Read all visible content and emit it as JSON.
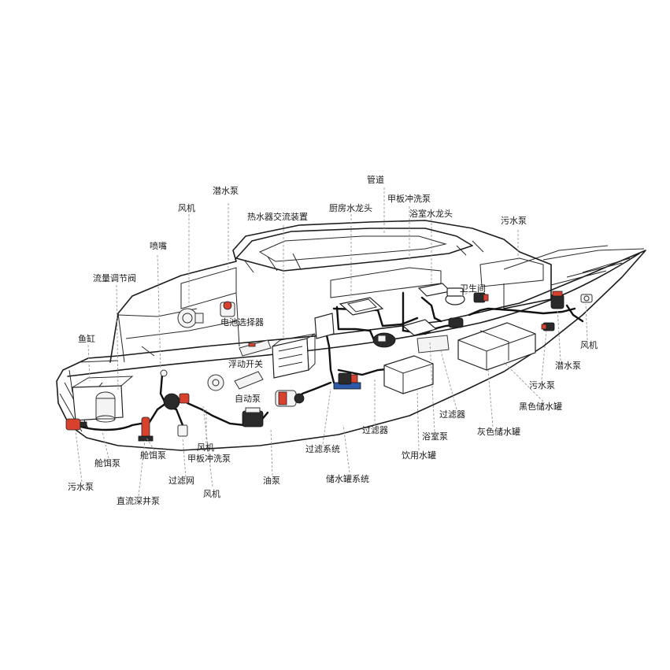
{
  "labels": {
    "guandao": "管道",
    "qianshuibeng_top": "潜水泵",
    "jiabanchongxibeng_top": "甲板冲洗泵",
    "fengji_top": "风机",
    "reshuiqi": "热水器交流装置",
    "chufang": "厨房水龙头",
    "yushi_shuilongtou": "浴室水龙头",
    "wushuibeng_right": "污水泵",
    "penzui": "喷嘴",
    "liuliang": "流量调节阀",
    "weishengjian": "卫生间",
    "dianchi": "电池选择器",
    "yugang": "鱼缸",
    "fengji_right": "风机",
    "fudong": "浮动开关",
    "qianshuibeng_right": "潜水泵",
    "zidongbeng": "自动泵",
    "wushuibeng_mid": "污水泵",
    "heise": "黑色储水罐",
    "guolvqi_right": "过滤器",
    "guolvqi_mid": "过滤器",
    "huise": "灰色储水罐",
    "yushibeng": "浴室泵",
    "fengji_bottom": "风机",
    "jiabanchongxibeng_bottom": "甲板冲洗泵",
    "cangerbeng_left": "舱饵泵",
    "cangerbeng": "舱饵泵",
    "guolvxitong": "过滤系统",
    "yinyong": "饮用水罐",
    "guolvwang": "过滤网",
    "wushuibeng_left": "污水泵",
    "youbeng": "油泵",
    "chushuiguan": "储水罐系统",
    "fengji_lower": "风机",
    "zhiliu": "直流深井泵"
  },
  "icons": [
    "fan-icon",
    "pump-icon",
    "tank-icon",
    "faucet-icon",
    "toilet-icon",
    "sink-icon",
    "filter-icon",
    "battery-selector-icon",
    "float-switch-icon",
    "control-box-icon"
  ],
  "colors": {
    "pump_red": "#d8412e",
    "pump_blue": "#2d5aa8",
    "pipe": "#111111",
    "outline": "#1c1c1c"
  }
}
